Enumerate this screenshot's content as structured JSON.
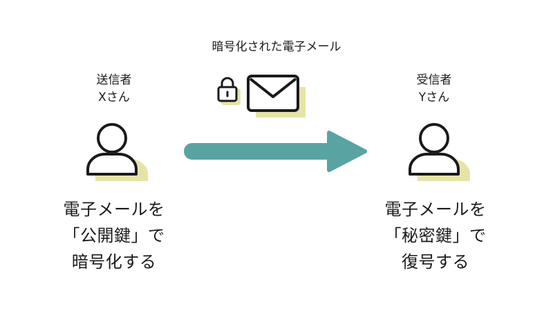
{
  "title": "暗号化された電子メール",
  "sender": {
    "role": "送信者",
    "name": "Xさん",
    "description": [
      "電子メールを",
      "「公開鍵」で",
      "暗号化する"
    ]
  },
  "receiver": {
    "role": "受信者",
    "name": "Yさん",
    "description": [
      "電子メールを",
      "「秘密鍵」で",
      "復号する"
    ]
  },
  "icons": {
    "sender": "person-icon",
    "receiver": "person-icon",
    "lock": "lock-icon",
    "mail": "envelope-icon",
    "arrow": "arrow-right"
  },
  "colors": {
    "accent_shadow": "#e6e3a8",
    "arrow": "#5aa3a3",
    "stroke": "#1a1a1a"
  }
}
